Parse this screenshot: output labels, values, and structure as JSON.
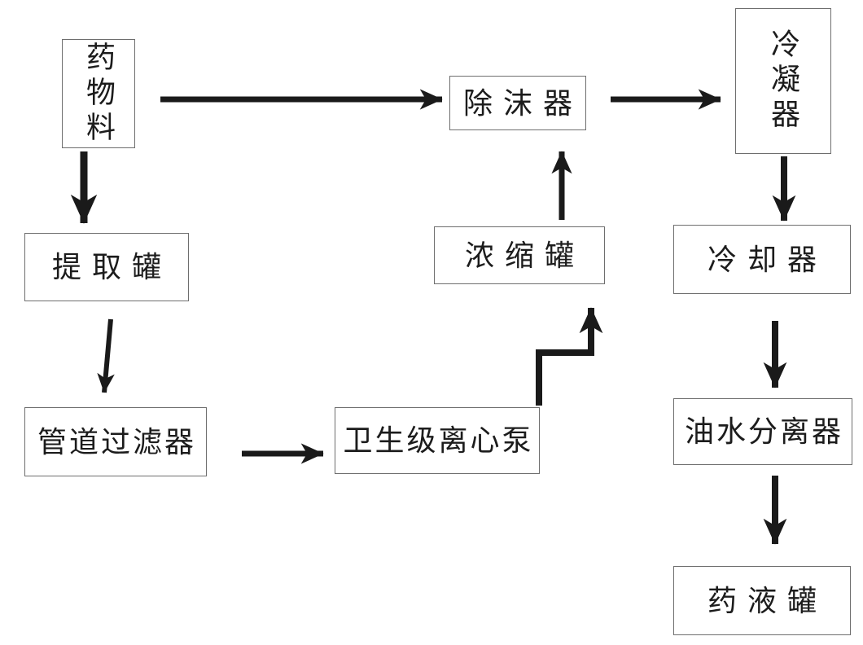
{
  "diagram": {
    "background_color": "#ffffff",
    "arrow_color": "#1a1a1a",
    "box_border_color": "#6e6e6e",
    "text_color": "#1c1c1c",
    "nodes": [
      {
        "id": "drug-material",
        "label": "药物料",
        "orientation": "vertical"
      },
      {
        "id": "demister",
        "label": "除沫器",
        "orientation": "horizontal"
      },
      {
        "id": "condenser",
        "label": "冷凝器",
        "orientation": "vertical"
      },
      {
        "id": "extraction-tank",
        "label": "提取罐",
        "orientation": "horizontal"
      },
      {
        "id": "concentration-tank",
        "label": "浓缩罐",
        "orientation": "horizontal"
      },
      {
        "id": "cooler",
        "label": "冷却器",
        "orientation": "horizontal"
      },
      {
        "id": "pipeline-filter",
        "label": "管道过滤器",
        "orientation": "horizontal"
      },
      {
        "id": "sanitary-centrifugal-pump",
        "label": "卫生级离心泵",
        "orientation": "horizontal"
      },
      {
        "id": "oil-water-separator",
        "label": "油水分离器",
        "orientation": "horizontal"
      },
      {
        "id": "medicine-liquid-tank",
        "label": "药液罐",
        "orientation": "horizontal"
      }
    ],
    "edges": [
      {
        "from": "药物料",
        "to": "除沫器",
        "shape": "straight"
      },
      {
        "from": "除沫器",
        "to": "冷凝器",
        "shape": "straight"
      },
      {
        "from": "药物料",
        "to": "提取罐",
        "shape": "straight"
      },
      {
        "from": "提取罐",
        "to": "管道过滤器",
        "shape": "straight"
      },
      {
        "from": "管道过滤器",
        "to": "卫生级离心泵",
        "shape": "straight"
      },
      {
        "from": "卫生级离心泵",
        "to": "浓缩罐",
        "shape": "elbow"
      },
      {
        "from": "浓缩罐",
        "to": "除沫器",
        "shape": "straight"
      },
      {
        "from": "冷凝器",
        "to": "冷却器",
        "shape": "straight"
      },
      {
        "from": "冷却器",
        "to": "油水分离器",
        "shape": "straight"
      },
      {
        "from": "油水分离器",
        "to": "药液罐",
        "shape": "straight"
      }
    ]
  }
}
